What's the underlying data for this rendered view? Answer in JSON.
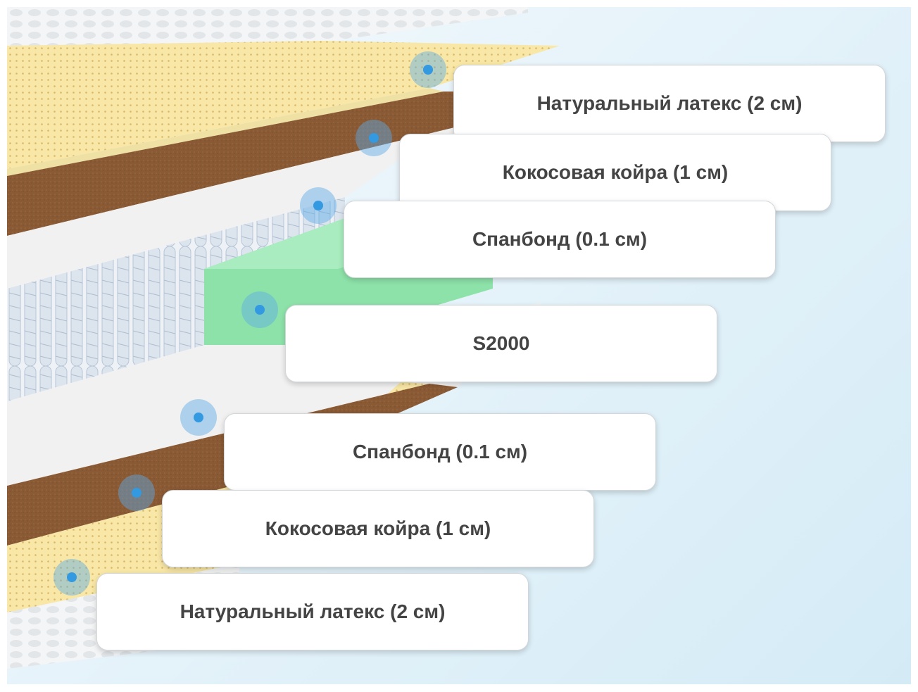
{
  "layers": [
    {
      "label": "Натуральный латекс (2 см)"
    },
    {
      "label": "Кокосовая койра (1 см)"
    },
    {
      "label": "Спанбонд (0.1 см)"
    },
    {
      "label": "S2000"
    },
    {
      "label": "Спанбонд (0.1 см)"
    },
    {
      "label": "Кокосовая койра (1 см)"
    },
    {
      "label": "Натуральный латекс (2 см)"
    }
  ],
  "colors": {
    "latex": "#f8e7a6",
    "coir": "#8a5a35",
    "spunbond": "#eeeeee",
    "springs": "#dfe6ef",
    "foam": "#8de2a9",
    "marker": "#3399e0"
  }
}
